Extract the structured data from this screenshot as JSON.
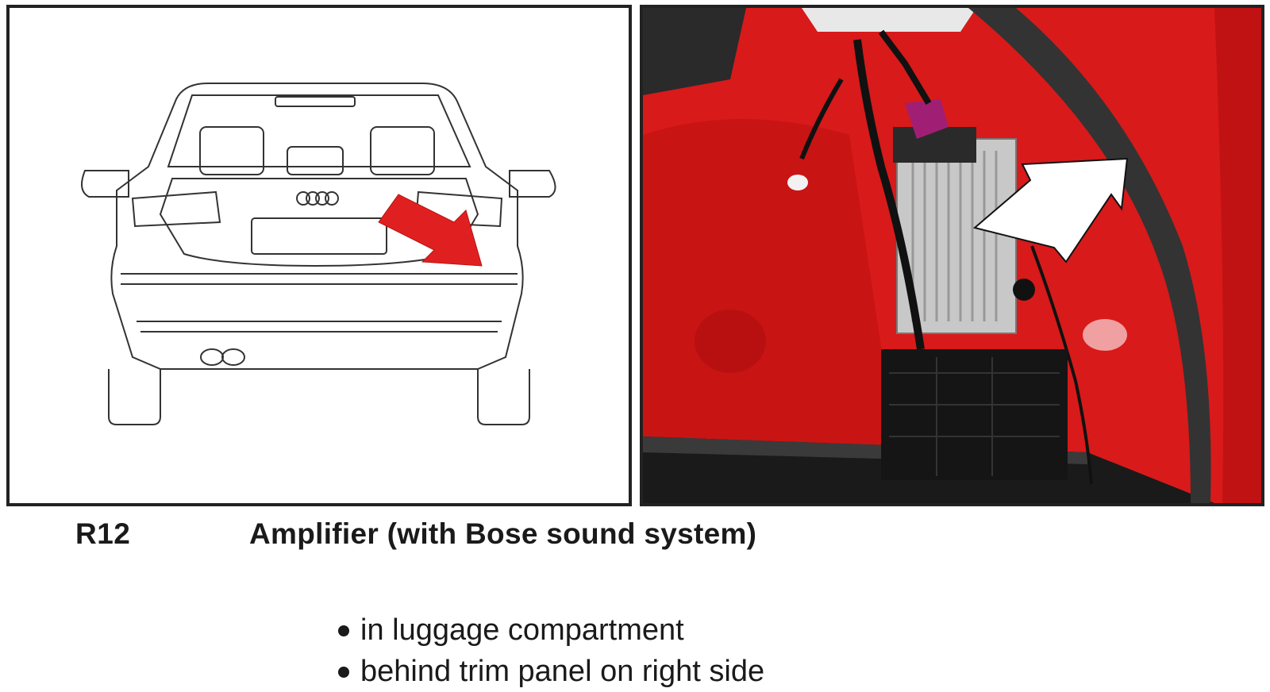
{
  "figure": {
    "component_code": "R12",
    "component_name": "Amplifier (with Bose sound system)",
    "location_notes": [
      "in luggage compartment",
      "behind trim panel on right side"
    ]
  },
  "colors": {
    "arrow_red": "#e02020",
    "car_body_red": "#d81a1a",
    "amplifier_silver": "#c8c8c8",
    "outline": "#222222"
  }
}
